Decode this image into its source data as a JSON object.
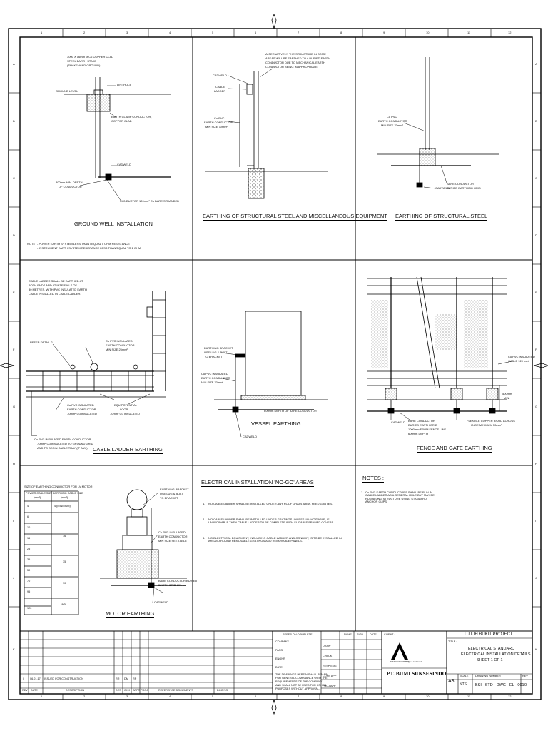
{
  "zones": {
    "top": [
      "1",
      "2",
      "3",
      "4",
      "5",
      "6",
      "7",
      "8",
      "9",
      "10",
      "11",
      "12"
    ],
    "bottom": [
      "1",
      "2",
      "3",
      "4",
      "5",
      "6",
      "7",
      "8",
      "9",
      "10",
      "11",
      "12"
    ],
    "left": [
      "A",
      "B",
      "C",
      "D",
      "E",
      "F",
      "G",
      "H",
      "I",
      "J",
      "K"
    ],
    "right": [
      "A",
      "B",
      "C",
      "D",
      "E",
      "F",
      "G",
      "H",
      "I",
      "J",
      "K"
    ]
  },
  "panels": {
    "ground_well": {
      "title": "GROUND WELL INSTALLATION",
      "labels": [
        "3000 X 16mm Ø Cu COPPER CLAD",
        "STEEL EARTH STAKE",
        "(SHAKEHAND GROUND)",
        "LIFT HOLE",
        "GROUND LEVEL",
        "EARTH CLAMP CONDUCTOR,",
        "COPPER CLAD",
        "CADWELD",
        "800mm MIN. DEPTH",
        "OF CONDUCTOR",
        "CONDUCTOR 120mm² Cu BARE STRANDED"
      ],
      "notes_label": "NOTE :",
      "notes": [
        "- POWER EARTH SYSTEM LESS THAN / EQUAL 5 OHM RESISTANCE",
        "- INSTRUMENT EARTH SYSTEM RESISTANCE LESS THAN/EQUAL TO 1 OHM"
      ]
    },
    "structural_misc": {
      "title": "EARTHING OF STRUCTURAL STEEL AND MISCELLANEOUS EQUIPMENT",
      "labels": [
        "ALTERNATIVELY, THE STRUCTURE IN SOME",
        "AREAS WILL BE EARTHED TO A BURIED EARTH",
        "CONDUCTOR DUE TO MECHANICAL EARTH",
        "CONDUCTOR BEING INAPPROPRIATE",
        "CADWELD",
        "CABLE",
        "LADDER",
        "Cu PVC",
        "EARTH CONDUCTOR",
        "MIN SIZE 70mm²"
      ]
    },
    "structural": {
      "title": "EARTHING OF STRUCTURAL STEEL",
      "labels": [
        "Cu PVC",
        "EARTH CONDUCTOR",
        "MIN SIZE 70mm²",
        "CADWELD",
        "BARE CONDUCTOR",
        "BURIED EARTHING GRID"
      ]
    },
    "cable_ladder": {
      "title": "CABLE LADDER EARTHING",
      "labels": [
        "CABLE LADDER SHALL BE EARTHED AT",
        "BOTH ENDS AND AT INTERVALS OF",
        "30 METRES. WITH PVC INSULATED EARTH",
        "CABLE INSTALLED IN CABLE LADDER.",
        "REFER DETAIL 2",
        "Cu PVC INSULATED",
        "EARTH CONDUCTOR",
        "MIN SIZE 25mm²",
        "Cu PVC INSULATED",
        "EARTH CONDUCTOR",
        "70mm² Cu INSULATED",
        "EQUIPOTENTIAL",
        "LOOP",
        "70mm² Cu INSULATED",
        "Cu PVC INSULATED EARTH CONDUCTOR",
        "70mm² Cu INSULATED TO GROUND GRID",
        "AND TO BEGIN CABLE TRAY (IF ANY)"
      ]
    },
    "vessel": {
      "title": "VESSEL EARTHING",
      "labels": [
        "EARTHING BRACKET",
        "USE LUG & BOLT",
        "TO BRACKET",
        "Cu PVC INSULATED",
        "EARTH CONDUCTOR",
        "MIN SIZE 70mm²",
        "600mm DEPTH OF BARE CONDUCTOR",
        "CADWELD"
      ]
    },
    "fence": {
      "title": "FENCE AND GATE EARTHING",
      "labels": [
        "Cu PVC INSULATED",
        "CABLE 120 mm²",
        "500mm",
        "MIN.",
        "CADWELD",
        "BARE CONDUCTOR",
        "BURIED EARTH GRID",
        "1000mm FROM FENCE LINE",
        "600mm DEPTH",
        "FLEXIBLE COPPER BRAID ACROSS",
        "HINGE MINIMUM 50mm²"
      ]
    },
    "motor": {
      "title": "MOTOR EARTHING",
      "table_title": "SIZE OF EARTHING CONDUCTOR FOR LV MOTOR",
      "col1": "POWER CABLE SIZE",
      "col2": "EARTHING CABLE SIZE",
      "unit": "(mm²)",
      "col1_values": [
        "4",
        "6",
        "10",
        "16",
        "25",
        "35",
        "50",
        "70",
        "95",
        "120"
      ],
      "col2_values": [
        "4 (MINIMUM)",
        "16",
        "35",
        "70",
        "120"
      ],
      "labels": [
        "EARTHING BRACKET",
        "USE LUG & BOLT",
        "TO BRACKET",
        "Cu PVC INSULATED",
        "EARTH CONDUCTOR",
        "MIN SIZE SEE TABLE",
        "BARE CONDUCTOR BURIED",
        "EARTH GRID 600mm",
        "CADWELD"
      ]
    },
    "no_go": {
      "title": "ELECTRICAL INSTALLATION 'NO-GO' AREAS",
      "items": [
        {
          "num": "1.",
          "text": "NO CABLE LADDER SHALL BE INSTALLED UNDER ANY ROOF DRAIN AREA, FEED GAUTES."
        },
        {
          "num": "2.",
          "text": "NO CABLE LADDER SHALL BE INSTALLED UNDER GRATINGS UNLESS UNAVOIDABLE, IF UNAVOIDABLE THEN CABLE LADDER TO BE COMPLETE WITH SUITABLE FRAMED COVERS."
        },
        {
          "num": "3.",
          "text": "NO ELECTRICAL EQUIPMENT, INCLUDING CABLE LADDER AND CONDUIT, IS TO BE INSTALLED IN AREAS AROUND REMOVABLE GRATINGS AND REMOVABLE PANELS."
        }
      ]
    },
    "notes": {
      "title": "NOTES :",
      "items": [
        {
          "num": "1.",
          "text": "Cu PVC EARTH CONDUCTORS SHALL BE RUN IN CABLE LADDER AS A GENERAL RULE BUT MAY BE RUN ALONG STRUCTURE USING STANDARD ANCHOR CLIPS."
        }
      ]
    }
  },
  "title_block": {
    "rev_cols": [
      "REV",
      "DATE",
      "DESCRIPTION",
      "DES",
      "CHK",
      "APPR",
      "PROJ"
    ],
    "rev_row": {
      "rev": "0",
      "date": "06.01.17",
      "desc": "ISSUED FOR CONSTRUCTION",
      "des": "RR",
      "chk": "DM",
      "appr": "RP"
    },
    "ref_col": "REFERENCE DOCUMENTS",
    "refno_col": "DOC NO",
    "signoff_title": "REFER ON COMPLETE",
    "signoff_rows": [
      "COMPANY :",
      "PANS",
      "ENGNR",
      "DATE"
    ],
    "signoff_note": [
      "THE DRAWINGS HEREIN SHALL REMAIN",
      "FOR GENERAL COMPLIANCE WITH THE",
      "REQUIREMENTS OF THE COMPANY",
      "AND SHALL NOT BE USED FOR OTHER",
      "PURPOSES WITHOUT APPROVAL."
    ],
    "approval_rows": [
      "DRAW",
      "CHECK",
      "RESP ENG",
      "CONS APP",
      "PROJ APP"
    ],
    "approval_cols": [
      "NAME",
      "SIGN",
      "DATE"
    ],
    "client_label": "CLIENT :",
    "logo_text": "BUMI RESOURCES",
    "logo_sub": "Copper and Gold",
    "company": "PT. BUMI SUKSESINDO",
    "project": "TUJUH BUKIT PROJECT",
    "title_label": "TITLE :",
    "drawing_title": [
      "ELECTRICAL STANDARD",
      "ELECTRICAL INSTALLATION DETAILS",
      "SHEET 1 OF 1"
    ],
    "size_label": "SCALE",
    "size": "A3",
    "scale": "NTS",
    "drawing_no_label": "DRAWING NUMBER",
    "drawing_no": "BSI - STD - DWG - EL - 001",
    "rev_label": "REV",
    "rev": "0"
  }
}
